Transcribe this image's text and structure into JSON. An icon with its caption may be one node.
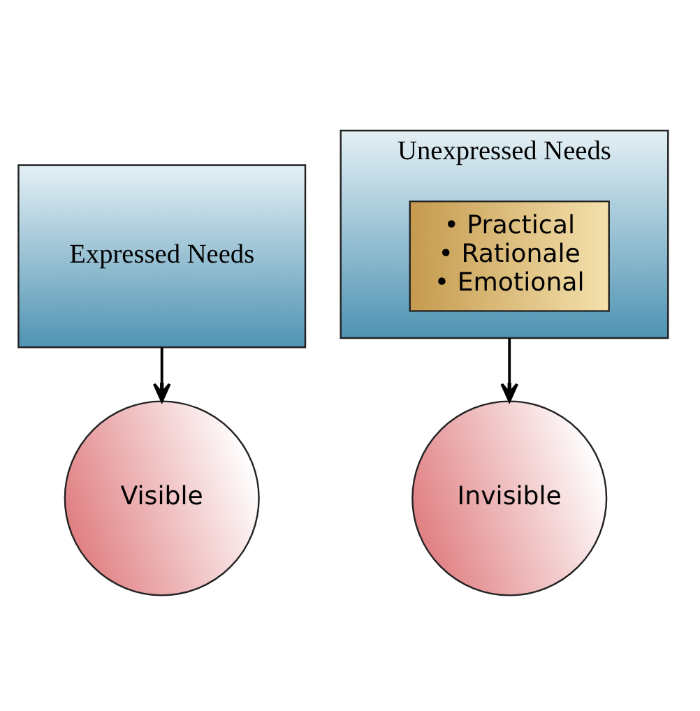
{
  "diagram": {
    "nodes": [
      {
        "text": [
          "Expressed Needs"
        ]
      },
      {
        "text": [
          "Visible"
        ]
      },
      {
        "text": [
          "Unexpressed Needs"
        ]
      },
      {
        "text": [
          "• Practical",
          "• Rationale",
          "• Emotional"
        ],
        "in": 2
      },
      {
        "text": [
          "Invisible"
        ]
      }
    ],
    "edges": [
      {
        "from": 0,
        "to": 1,
        "arrow": "to"
      },
      {
        "from": 2,
        "to": 4,
        "arrow": "to"
      }
    ]
  }
}
